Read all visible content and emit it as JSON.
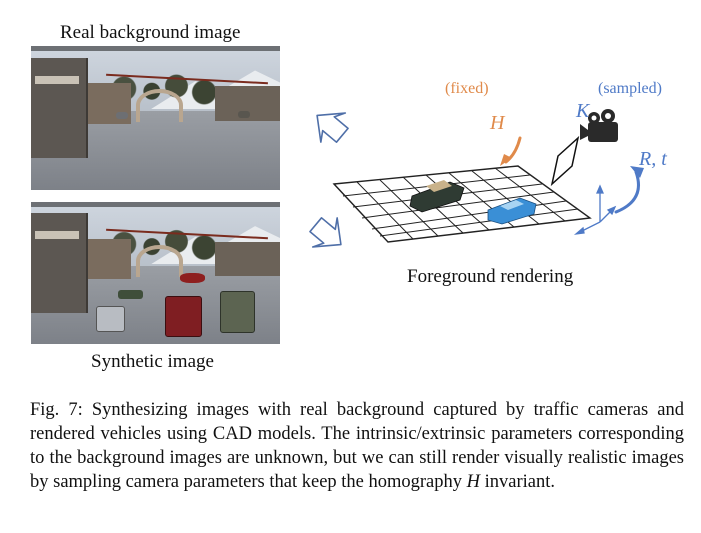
{
  "figure": {
    "real_label": "Real background image",
    "synthetic_label": "Synthetic image",
    "foreground_label": "Foreground rendering",
    "fixed_label": "(fixed)",
    "sampled_label": "(sampled)",
    "homography_symbol": "H",
    "intrinsic_symbol": "K",
    "extrinsic_symbol": "R, t"
  },
  "colors": {
    "fixed": "#e08a4a",
    "sampled": "#4f7ac7",
    "arrow_outline": "#4f6fa8"
  },
  "caption": {
    "text_before_var": "Fig. 7: Synthesizing images with real background captured by traffic cameras and rendered vehicles using CAD models. The intrinsic/extrinsic parameters corresponding to the background images are unknown, but we can still render visually realistic images by sampling camera parameters that keep the homography ",
    "var": "H",
    "text_after_var": " invariant."
  }
}
